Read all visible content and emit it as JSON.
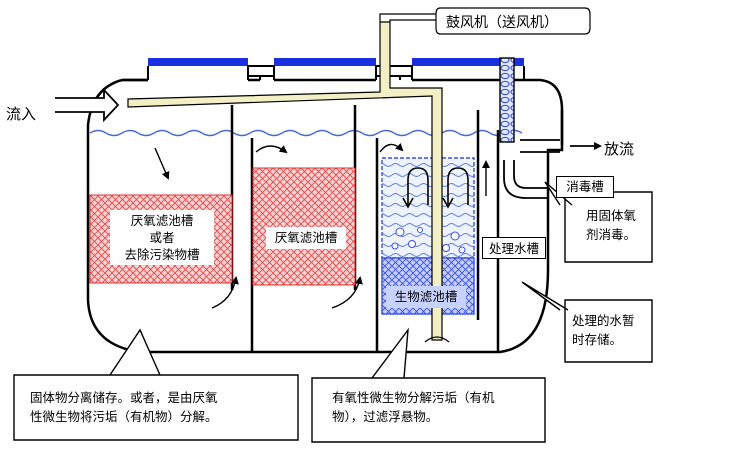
{
  "labels": {
    "blower": "鼓风机（送风机）",
    "inflow": "流入",
    "discharge": "放流",
    "disinfection_tank": "消毒槽",
    "anaerobic_tank_1": [
      "厌氧滤池槽",
      "或者",
      "去除污染物槽"
    ],
    "anaerobic_tank_2": "厌氧滤池槽",
    "bio_filter_tank": "生物滤池槽",
    "treated_water_tank": "处理水槽"
  },
  "callouts": {
    "disinfect": [
      "用固体氧",
      "剂消毒。"
    ],
    "storage": [
      "处理的水暂",
      "时存储。"
    ],
    "solids": [
      "固体物分离储存。或者，是由厌氧",
      "性微生物将污垢（有机物）分解。"
    ],
    "aerobic": [
      "有氧性微生物分解污垢（有机",
      "物），过滤浮悬物。"
    ]
  },
  "colors": {
    "lid": "#1a2fe0",
    "anaerobic_fill": "#f6c8c8",
    "anaerobic_hatch": "#e03030",
    "bio_fill": "#c8d4ff",
    "water": "#5b7ed6",
    "pipe": "#f0ecc0"
  }
}
